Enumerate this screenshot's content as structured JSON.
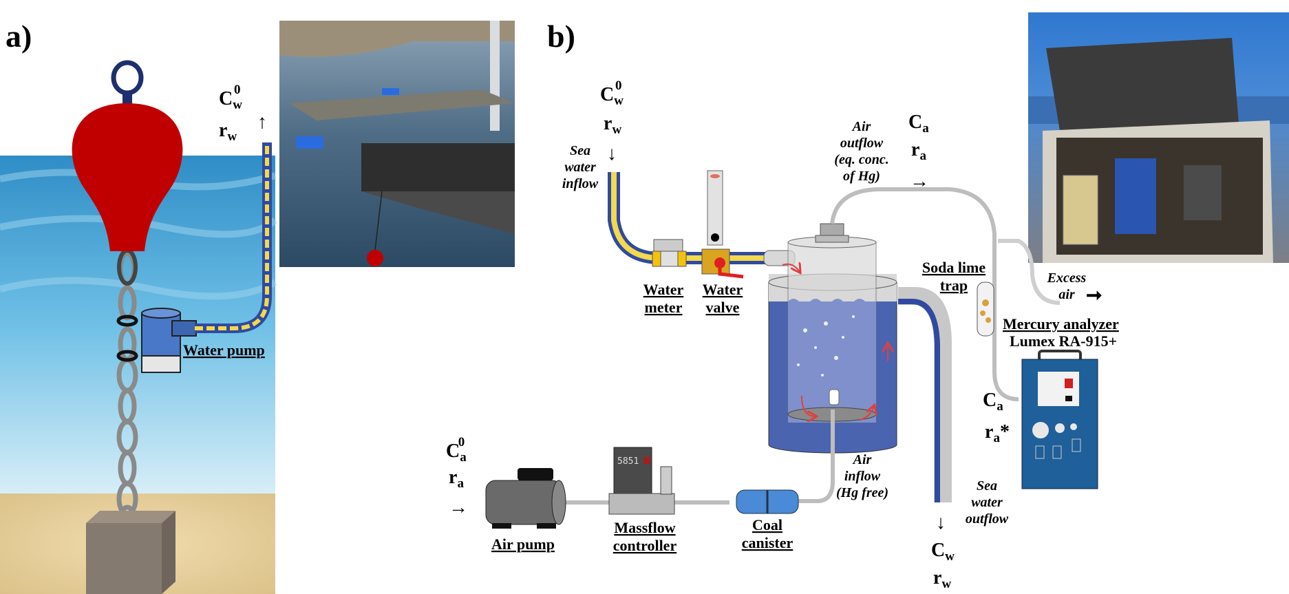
{
  "panels": {
    "a": "a)",
    "b": "b)"
  },
  "symbols": {
    "C": "C",
    "r": "r",
    "sub_w": "w",
    "sub_a": "a",
    "sup_0": "0",
    "star": "*",
    "arrow_up": "↑",
    "arrow_down": "↓",
    "arrow_right": "→",
    "arrow_right_bold": "➞"
  },
  "panel_a": {
    "water_pump": "Water pump"
  },
  "panel_b": {
    "sea_water_inflow": [
      "Sea",
      "water",
      "inflow"
    ],
    "air_outflow": [
      "Air",
      "outflow",
      "(eq. conc.",
      "of Hg)"
    ],
    "water_meter": [
      "Water",
      "meter"
    ],
    "water_valve": [
      "Water",
      "valve"
    ],
    "soda_lime_trap": [
      "Soda lime",
      "trap"
    ],
    "excess_air": [
      "Excess",
      "air"
    ],
    "mercury_analyzer": "Mercury analyzer",
    "analyzer_model": "Lumex RA-915+",
    "air_inflow": [
      "Air",
      "inflow",
      "(Hg free)"
    ],
    "sea_water_outflow": [
      "Sea",
      "water",
      "outflow"
    ],
    "air_pump": "Air pump",
    "massflow_controller": [
      "Massflow",
      "controller"
    ],
    "coal_canister": [
      "Coal",
      "canister"
    ],
    "mfc_display": "5851"
  },
  "colors": {
    "sea": "#5fb4dc",
    "sand": "#e8d3a0",
    "buoy": "#c00000",
    "water": "#4a64b0",
    "hose_yellow": "#f2d94e",
    "analyzer": "#1f5f9a"
  }
}
